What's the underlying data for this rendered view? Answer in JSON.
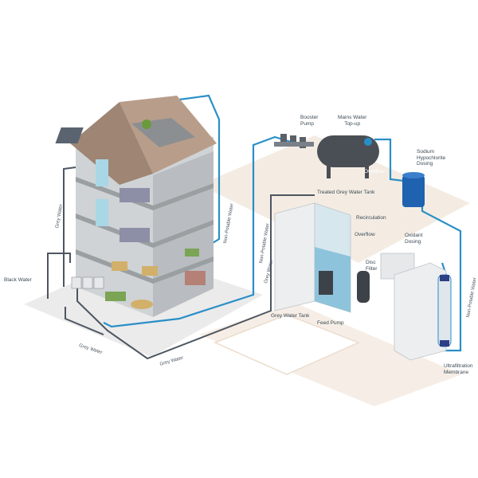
{
  "labels": {
    "booster_pump": "Booster\nPump",
    "mains_water_top_up": "Mains Water\nTop-up",
    "sodium_hypochlorite_dosing": "Sodium\nHypochlorite\nDosing",
    "overflow_tank": "Overflow",
    "treated_grey_water_tank": "Treated Grey Water Tank",
    "recirculation": "Recirculation",
    "overflow_main": "Overflow",
    "oxidant_dosing": "Oxidant\nDosing",
    "disc_filter": "Disc\nFilter",
    "grey_water_tank": "Grey Water Tank",
    "feed_pump": "Feed Pump",
    "ultrafiltration_membrane": "Ultrafiltration\nMembrane",
    "black_water": "Black Water",
    "grey_water_left": "Grey Water",
    "grey_water_bottom_1": "Grey Water",
    "grey_water_bottom_2": "Grey Water",
    "grey_water_pipe": "Grey Water",
    "non_potable_building": "Non-Potable Water",
    "non_potable_right": "Non-Potable Water",
    "non_potable_center": "Non-Potable Water"
  },
  "colors": {
    "water_pipe": "#2a8fc7",
    "grey_pipe": "#4d5660",
    "tank_body": "#4a4f55",
    "dosing_tank": "#1e62b0",
    "floor_slab": "#9a9fa2",
    "roof": "#9e8574",
    "ground": "#f3ece4"
  }
}
